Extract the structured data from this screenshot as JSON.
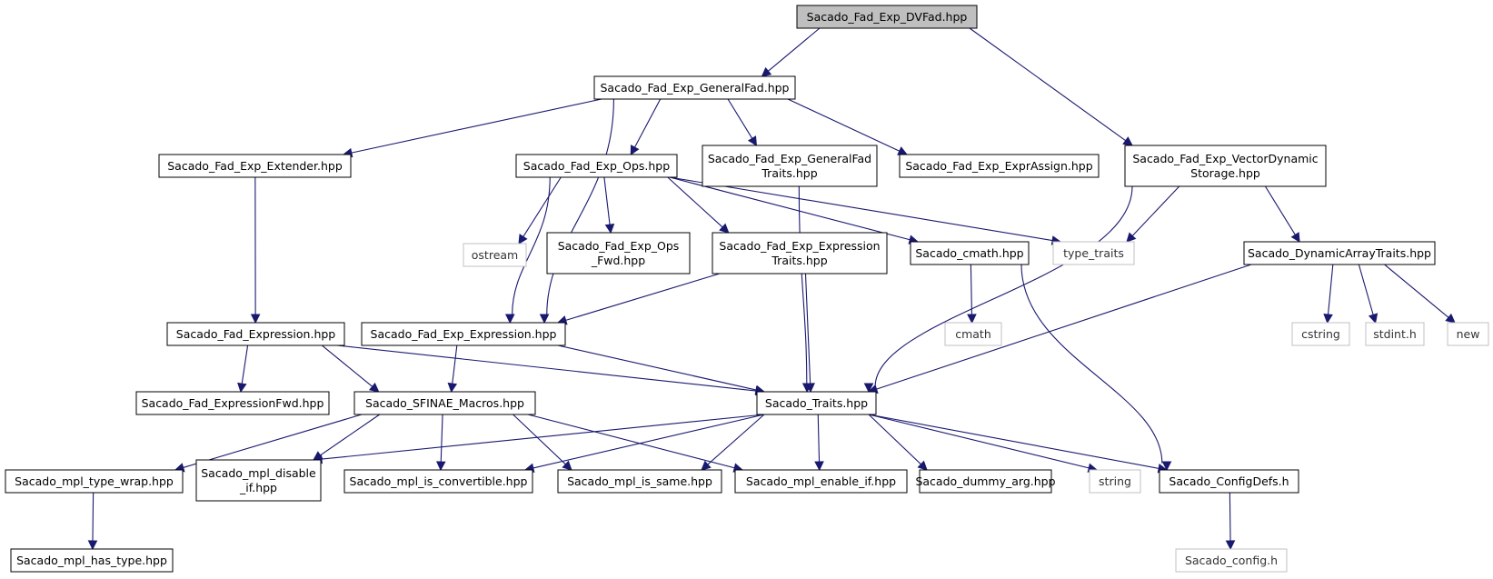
{
  "colors": {
    "edge": "#191970",
    "root_fill": "#bfbfbf",
    "node_border": "#000000",
    "external_border": "#c0c0c0"
  },
  "nodes": {
    "dvfad": {
      "lines": [
        "Sacado_Fad_Exp_DVFad.hpp"
      ],
      "kind": "root"
    },
    "generalfad": {
      "lines": [
        "Sacado_Fad_Exp_GeneralFad.hpp"
      ],
      "kind": "file"
    },
    "vecdyn": {
      "lines": [
        "Sacado_Fad_Exp_VectorDynamic",
        "Storage.hpp"
      ],
      "kind": "file"
    },
    "extender": {
      "lines": [
        "Sacado_Fad_Exp_Extender.hpp"
      ],
      "kind": "file"
    },
    "ops": {
      "lines": [
        "Sacado_Fad_Exp_Ops.hpp"
      ],
      "kind": "file"
    },
    "gftraits": {
      "lines": [
        "Sacado_Fad_Exp_GeneralFad",
        "Traits.hpp"
      ],
      "kind": "file"
    },
    "exprassign": {
      "lines": [
        "Sacado_Fad_Exp_ExprAssign.hpp"
      ],
      "kind": "file"
    },
    "ostream": {
      "lines": [
        "ostream"
      ],
      "kind": "external"
    },
    "opsfwd": {
      "lines": [
        "Sacado_Fad_Exp_Ops",
        "_Fwd.hpp"
      ],
      "kind": "file"
    },
    "exptraits": {
      "lines": [
        "Sacado_Fad_Exp_Expression",
        "Traits.hpp"
      ],
      "kind": "file"
    },
    "cmathhpp": {
      "lines": [
        "Sacado_cmath.hpp"
      ],
      "kind": "file"
    },
    "typetraits": {
      "lines": [
        "type_traits"
      ],
      "kind": "external"
    },
    "dyntraits": {
      "lines": [
        "Sacado_DynamicArrayTraits.hpp"
      ],
      "kind": "file"
    },
    "fadexpr": {
      "lines": [
        "Sacado_Fad_Expression.hpp"
      ],
      "kind": "file"
    },
    "expexpr": {
      "lines": [
        "Sacado_Fad_Exp_Expression.hpp"
      ],
      "kind": "file"
    },
    "cmath": {
      "lines": [
        "cmath"
      ],
      "kind": "external"
    },
    "cstring": {
      "lines": [
        "cstring"
      ],
      "kind": "external"
    },
    "stdint": {
      "lines": [
        "stdint.h"
      ],
      "kind": "external"
    },
    "new": {
      "lines": [
        "new"
      ],
      "kind": "external"
    },
    "exprfwd": {
      "lines": [
        "Sacado_Fad_ExpressionFwd.hpp"
      ],
      "kind": "file"
    },
    "sfinae": {
      "lines": [
        "Sacado_SFINAE_Macros.hpp"
      ],
      "kind": "file"
    },
    "traits": {
      "lines": [
        "Sacado_Traits.hpp"
      ],
      "kind": "file"
    },
    "typewrap": {
      "lines": [
        "Sacado_mpl_type_wrap.hpp"
      ],
      "kind": "file"
    },
    "disableif": {
      "lines": [
        "Sacado_mpl_disable",
        "_if.hpp"
      ],
      "kind": "file"
    },
    "isconv": {
      "lines": [
        "Sacado_mpl_is_convertible.hpp"
      ],
      "kind": "file"
    },
    "issame": {
      "lines": [
        "Sacado_mpl_is_same.hpp"
      ],
      "kind": "file"
    },
    "enableif": {
      "lines": [
        "Sacado_mpl_enable_if.hpp"
      ],
      "kind": "file"
    },
    "dummyarg": {
      "lines": [
        "Sacado_dummy_arg.hpp"
      ],
      "kind": "file"
    },
    "string": {
      "lines": [
        "string"
      ],
      "kind": "external"
    },
    "configdefs": {
      "lines": [
        "Sacado_ConfigDefs.h"
      ],
      "kind": "file"
    },
    "hastype": {
      "lines": [
        "Sacado_mpl_has_type.hpp"
      ],
      "kind": "file"
    },
    "configh": {
      "lines": [
        "Sacado_config.h"
      ],
      "kind": "external"
    }
  },
  "edges": [
    [
      "dvfad",
      "generalfad"
    ],
    [
      "dvfad",
      "vecdyn"
    ],
    [
      "generalfad",
      "extender"
    ],
    [
      "generalfad",
      "ops"
    ],
    [
      "generalfad",
      "gftraits"
    ],
    [
      "generalfad",
      "exprassign"
    ],
    [
      "generalfad",
      "expexpr"
    ],
    [
      "vecdyn",
      "typetraits"
    ],
    [
      "vecdyn",
      "traits"
    ],
    [
      "vecdyn",
      "dyntraits"
    ],
    [
      "extender",
      "fadexpr"
    ],
    [
      "ops",
      "ostream"
    ],
    [
      "ops",
      "opsfwd"
    ],
    [
      "ops",
      "exptraits"
    ],
    [
      "ops",
      "cmathhpp"
    ],
    [
      "ops",
      "typetraits"
    ],
    [
      "ops",
      "expexpr"
    ],
    [
      "gftraits",
      "traits"
    ],
    [
      "exptraits",
      "expexpr"
    ],
    [
      "exptraits",
      "traits"
    ],
    [
      "cmathhpp",
      "cmath"
    ],
    [
      "cmathhpp",
      "configdefs"
    ],
    [
      "dyntraits",
      "cstring"
    ],
    [
      "dyntraits",
      "stdint"
    ],
    [
      "dyntraits",
      "new"
    ],
    [
      "dyntraits",
      "traits"
    ],
    [
      "fadexpr",
      "exprfwd"
    ],
    [
      "fadexpr",
      "sfinae"
    ],
    [
      "fadexpr",
      "traits"
    ],
    [
      "expexpr",
      "sfinae"
    ],
    [
      "expexpr",
      "traits"
    ],
    [
      "sfinae",
      "typewrap"
    ],
    [
      "sfinae",
      "disableif"
    ],
    [
      "sfinae",
      "isconv"
    ],
    [
      "sfinae",
      "issame"
    ],
    [
      "sfinae",
      "enableif"
    ],
    [
      "traits",
      "disableif"
    ],
    [
      "traits",
      "isconv"
    ],
    [
      "traits",
      "issame"
    ],
    [
      "traits",
      "enableif"
    ],
    [
      "traits",
      "dummyarg"
    ],
    [
      "traits",
      "string"
    ],
    [
      "traits",
      "configdefs"
    ],
    [
      "typewrap",
      "hastype"
    ],
    [
      "configdefs",
      "configh"
    ]
  ]
}
